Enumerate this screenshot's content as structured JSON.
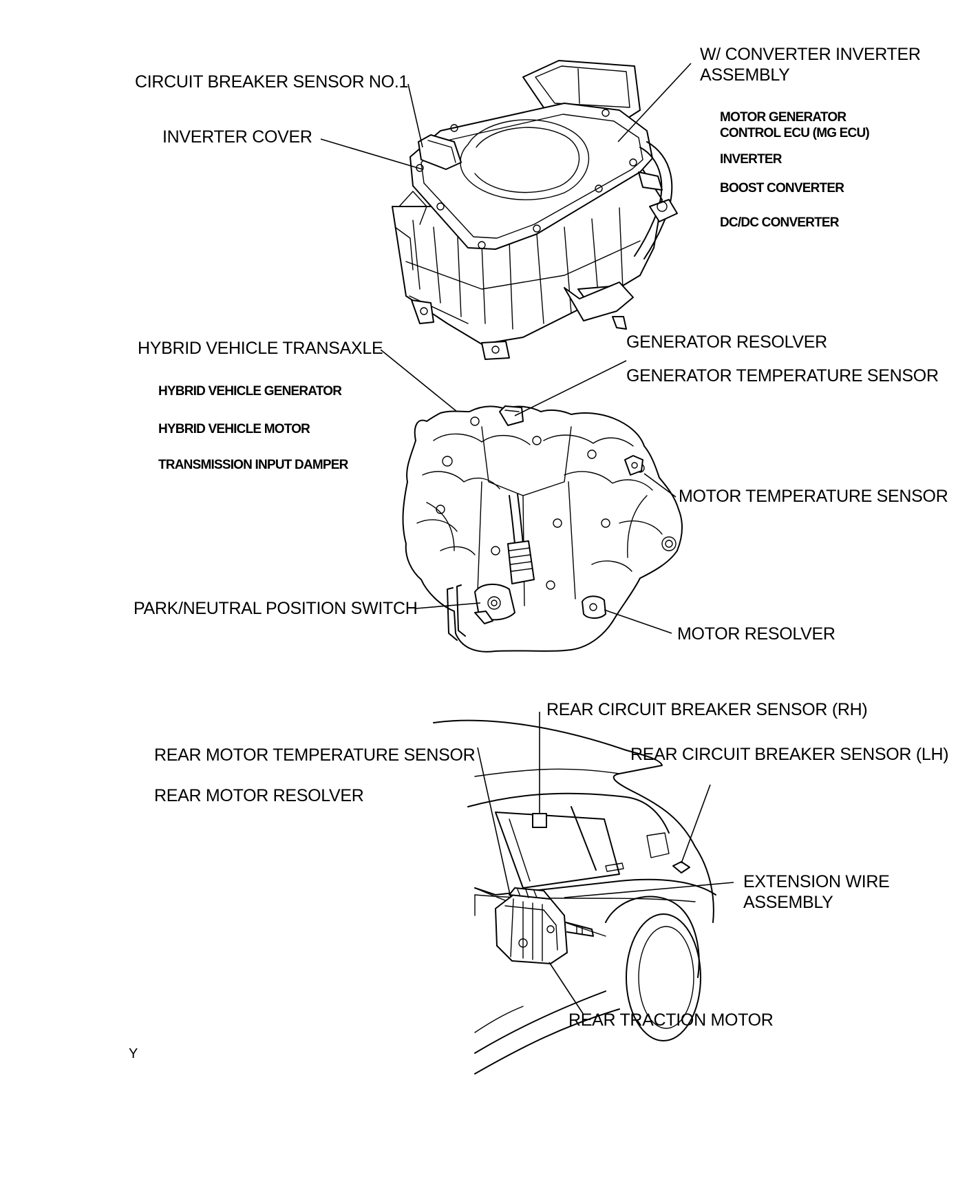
{
  "labels": {
    "circuit_breaker_sensor_no1": "CIRCUIT BREAKER SENSOR NO.1",
    "inverter_cover": "INVERTER COVER",
    "converter_inverter_assembly": "W/ CONVERTER INVERTER ASSEMBLY",
    "mg_ecu": "MOTOR GENERATOR CONTROL ECU (MG ECU)",
    "inverter": "INVERTER",
    "boost_converter": "BOOST CONVERTER",
    "dcdc_converter": "DC/DC CONVERTER",
    "hybrid_vehicle_transaxle": "HYBRID VEHICLE TRANSAXLE",
    "hybrid_vehicle_generator": "HYBRID VEHICLE GENERATOR",
    "hybrid_vehicle_motor": "HYBRID VEHICLE MOTOR",
    "transmission_input_damper": "TRANSMISSION INPUT DAMPER",
    "generator_resolver": "GENERATOR RESOLVER",
    "generator_temperature_sensor": "GENERATOR TEMPERATURE SENSOR",
    "motor_temperature_sensor": "MOTOR TEMPERATURE SENSOR",
    "park_neutral_position_switch": "PARK/NEUTRAL POSITION SWITCH",
    "motor_resolver": "MOTOR RESOLVER",
    "rear_circuit_breaker_sensor_rh": "REAR CIRCUIT BREAKER SENSOR (RH)",
    "rear_circuit_breaker_sensor_lh": "REAR CIRCUIT BREAKER SENSOR (LH)",
    "rear_motor_temperature_sensor": "REAR MOTOR TEMPERATURE SENSOR",
    "rear_motor_resolver": "REAR MOTOR RESOLVER",
    "extension_wire_assembly": "EXTENSION WIRE ASSEMBLY",
    "rear_traction_motor": "REAR TRACTION MOTOR",
    "figure_code": "Y"
  }
}
